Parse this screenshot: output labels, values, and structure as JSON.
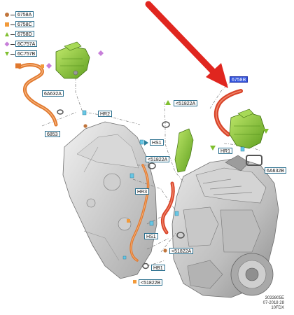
{
  "legend": [
    {
      "symbol": "dot",
      "color": "#c0743a",
      "label": "6758A"
    },
    {
      "symbol": "square",
      "color": "#f29a3a",
      "label": "6758C"
    },
    {
      "symbol": "triangle-up",
      "color": "#7fbf2f",
      "label": "6758D"
    },
    {
      "symbol": "diamond",
      "color": "#c77fd9",
      "label": "6C757A"
    },
    {
      "symbol": "triangle-down",
      "color": "#7fbf2f",
      "label": "6C757B"
    }
  ],
  "callouts": {
    "c_6a632a": "6A632A",
    "c_6853": "6853",
    "c_hr2": "HR2",
    "c_51822a_top": "<51822A",
    "c_hs1_mid": "HS1",
    "c_51822a_mid": "<51822A",
    "c_hr1": "HR1",
    "c_6a632b": "6A632B",
    "c_6758b": "6758B",
    "c_hr3": "HR3",
    "c_hs1_low": "HS1",
    "c_51822a_low": "<51822A",
    "c_hb1": "HB1",
    "c_51822b": "<51822B"
  },
  "footer": {
    "line1": "3033805E",
    "line2": "07-2018 28",
    "line3": "10FDX"
  },
  "colors": {
    "hose_orange": "#e0782e",
    "hose_red": "#d8442a",
    "tank_green": "#8fcf3c",
    "arrow_red": "#e0261f",
    "highlight_blue": "#3355dd",
    "engine_gray": "#b9b9b9"
  }
}
